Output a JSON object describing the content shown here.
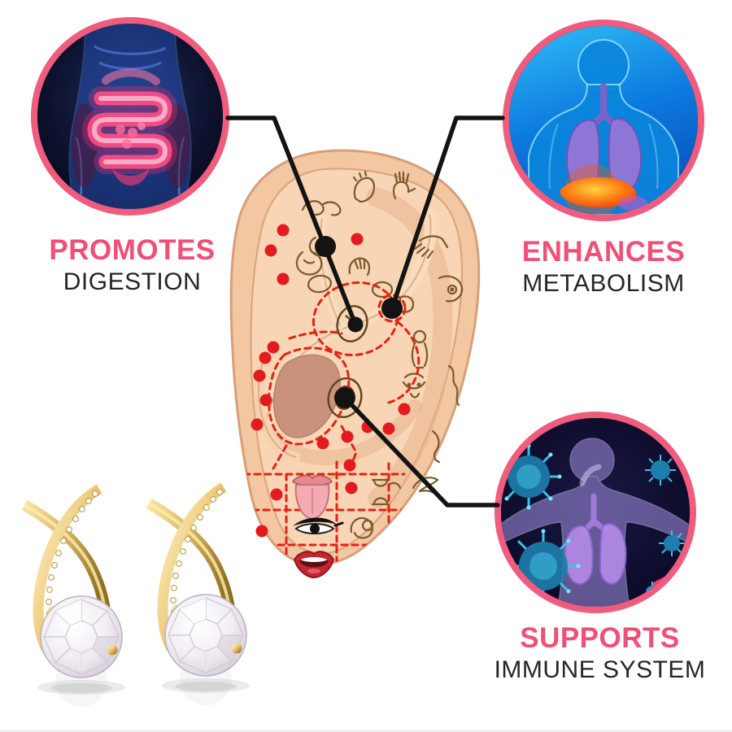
{
  "meta": {
    "kind": "product-infographic",
    "background": "#ffffff"
  },
  "colors": {
    "accent_pink": "#f04f76",
    "circle_border_pink": "#ef5c7e",
    "text_dark": "#262626",
    "connector_black": "#131313",
    "dot_red": "#e31b1f",
    "dash_red": "#e02415",
    "ear_skin": "#f2c7a2",
    "ear_outline": "#d89f78",
    "gold": "#c9a24b"
  },
  "callouts": {
    "digestion": {
      "title": "PROMOTES",
      "subtitle": "DIGESTION",
      "icon": "digestive-system-photo"
    },
    "metabolism": {
      "title": "ENHANCES",
      "subtitle": "METABOLISM",
      "icon": "metabolism-body-photo"
    },
    "immune": {
      "title": "SUPPORTS",
      "subtitle": "IMMUNE SYSTEM",
      "icon": "immune-system-photo"
    }
  },
  "diagram": {
    "icon": "ear-reflexology-map"
  },
  "product": {
    "icon": "gold-crystal-earrings-photo"
  }
}
